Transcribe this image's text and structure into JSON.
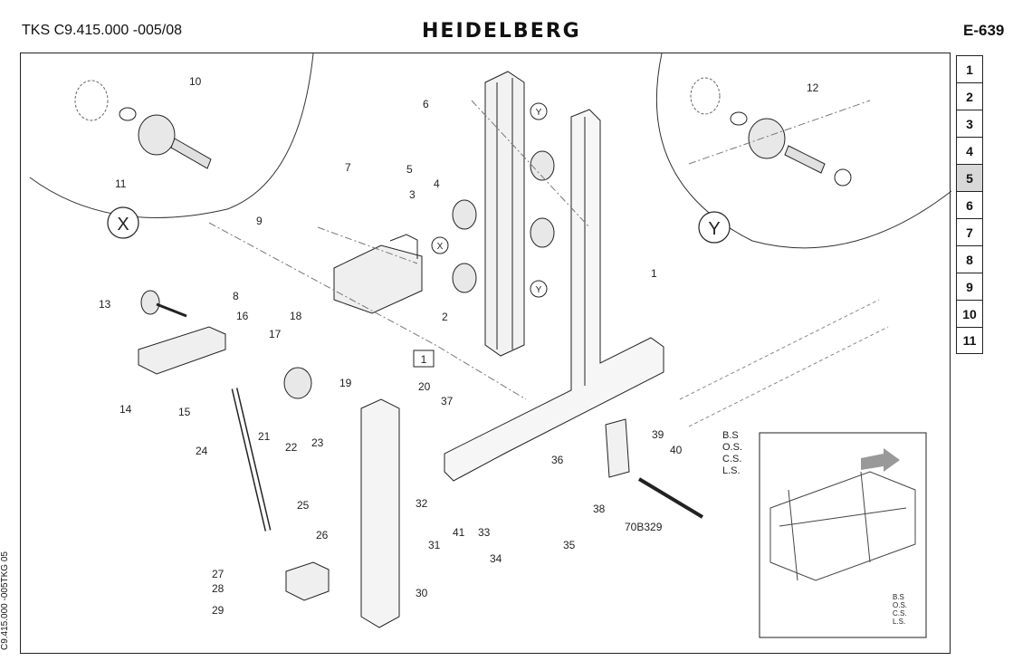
{
  "header": {
    "doc_id": "TKS C9.415.000 -005/08",
    "brand": "HEIDELBERG",
    "page_code": "E-639"
  },
  "side_code": "C9.415.000 -005TKG 05",
  "page_nav": [
    "1",
    "2",
    "3",
    "4",
    "5",
    "6",
    "7",
    "8",
    "9",
    "10",
    "11"
  ],
  "active_page": "5",
  "detail_markers": {
    "x": "X",
    "y": "Y"
  },
  "reference_box": "1",
  "part_labels": [
    "1",
    "2",
    "3",
    "4",
    "5",
    "6",
    "7",
    "8",
    "9",
    "10",
    "11",
    "12",
    "13",
    "14",
    "15",
    "16",
    "17",
    "18",
    "19",
    "20",
    "21",
    "22",
    "23",
    "24",
    "25",
    "26",
    "27",
    "28",
    "29",
    "30",
    "31",
    "32",
    "33",
    "34",
    "35",
    "36",
    "37",
    "38",
    "39",
    "40",
    "41",
    "70B329"
  ],
  "inset_labels": [
    "B.S",
    "O.S.",
    "C.S.",
    "L.S."
  ]
}
